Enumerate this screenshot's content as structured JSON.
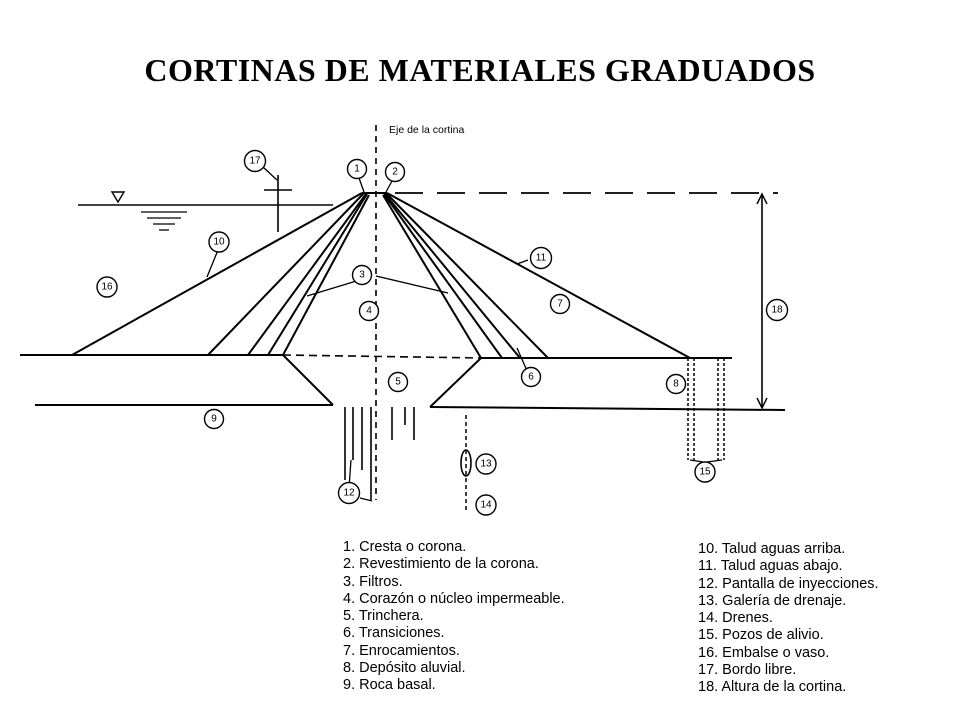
{
  "title": "CORTINAS DE MATERIALES GRADUADOS",
  "axis_label": "Eje de la cortina",
  "callouts": [
    "1",
    "2",
    "3",
    "4",
    "5",
    "6",
    "7",
    "8",
    "9",
    "10",
    "11",
    "12",
    "13",
    "14",
    "15",
    "16",
    "17",
    "18"
  ],
  "legend_left": [
    "1. Cresta o corona.",
    "2. Revestimiento de la corona.",
    "3. Filtros.",
    "4. Corazón o núcleo impermeable.",
    "5. Trinchera.",
    "6. Transiciones.",
    "7. Enrocamientos.",
    "8. Depósito aluvial.",
    "9. Roca basal."
  ],
  "legend_right": [
    "10. Talud aguas arriba.",
    "11. Talud aguas abajo.",
    "12. Pantalla de inyecciones.",
    "13. Galería de drenaje.",
    "14. Drenes.",
    "15. Pozos de alivio.",
    "16. Embalse o vaso.",
    "17. Bordo libre.",
    "18. Altura de la cortina."
  ]
}
